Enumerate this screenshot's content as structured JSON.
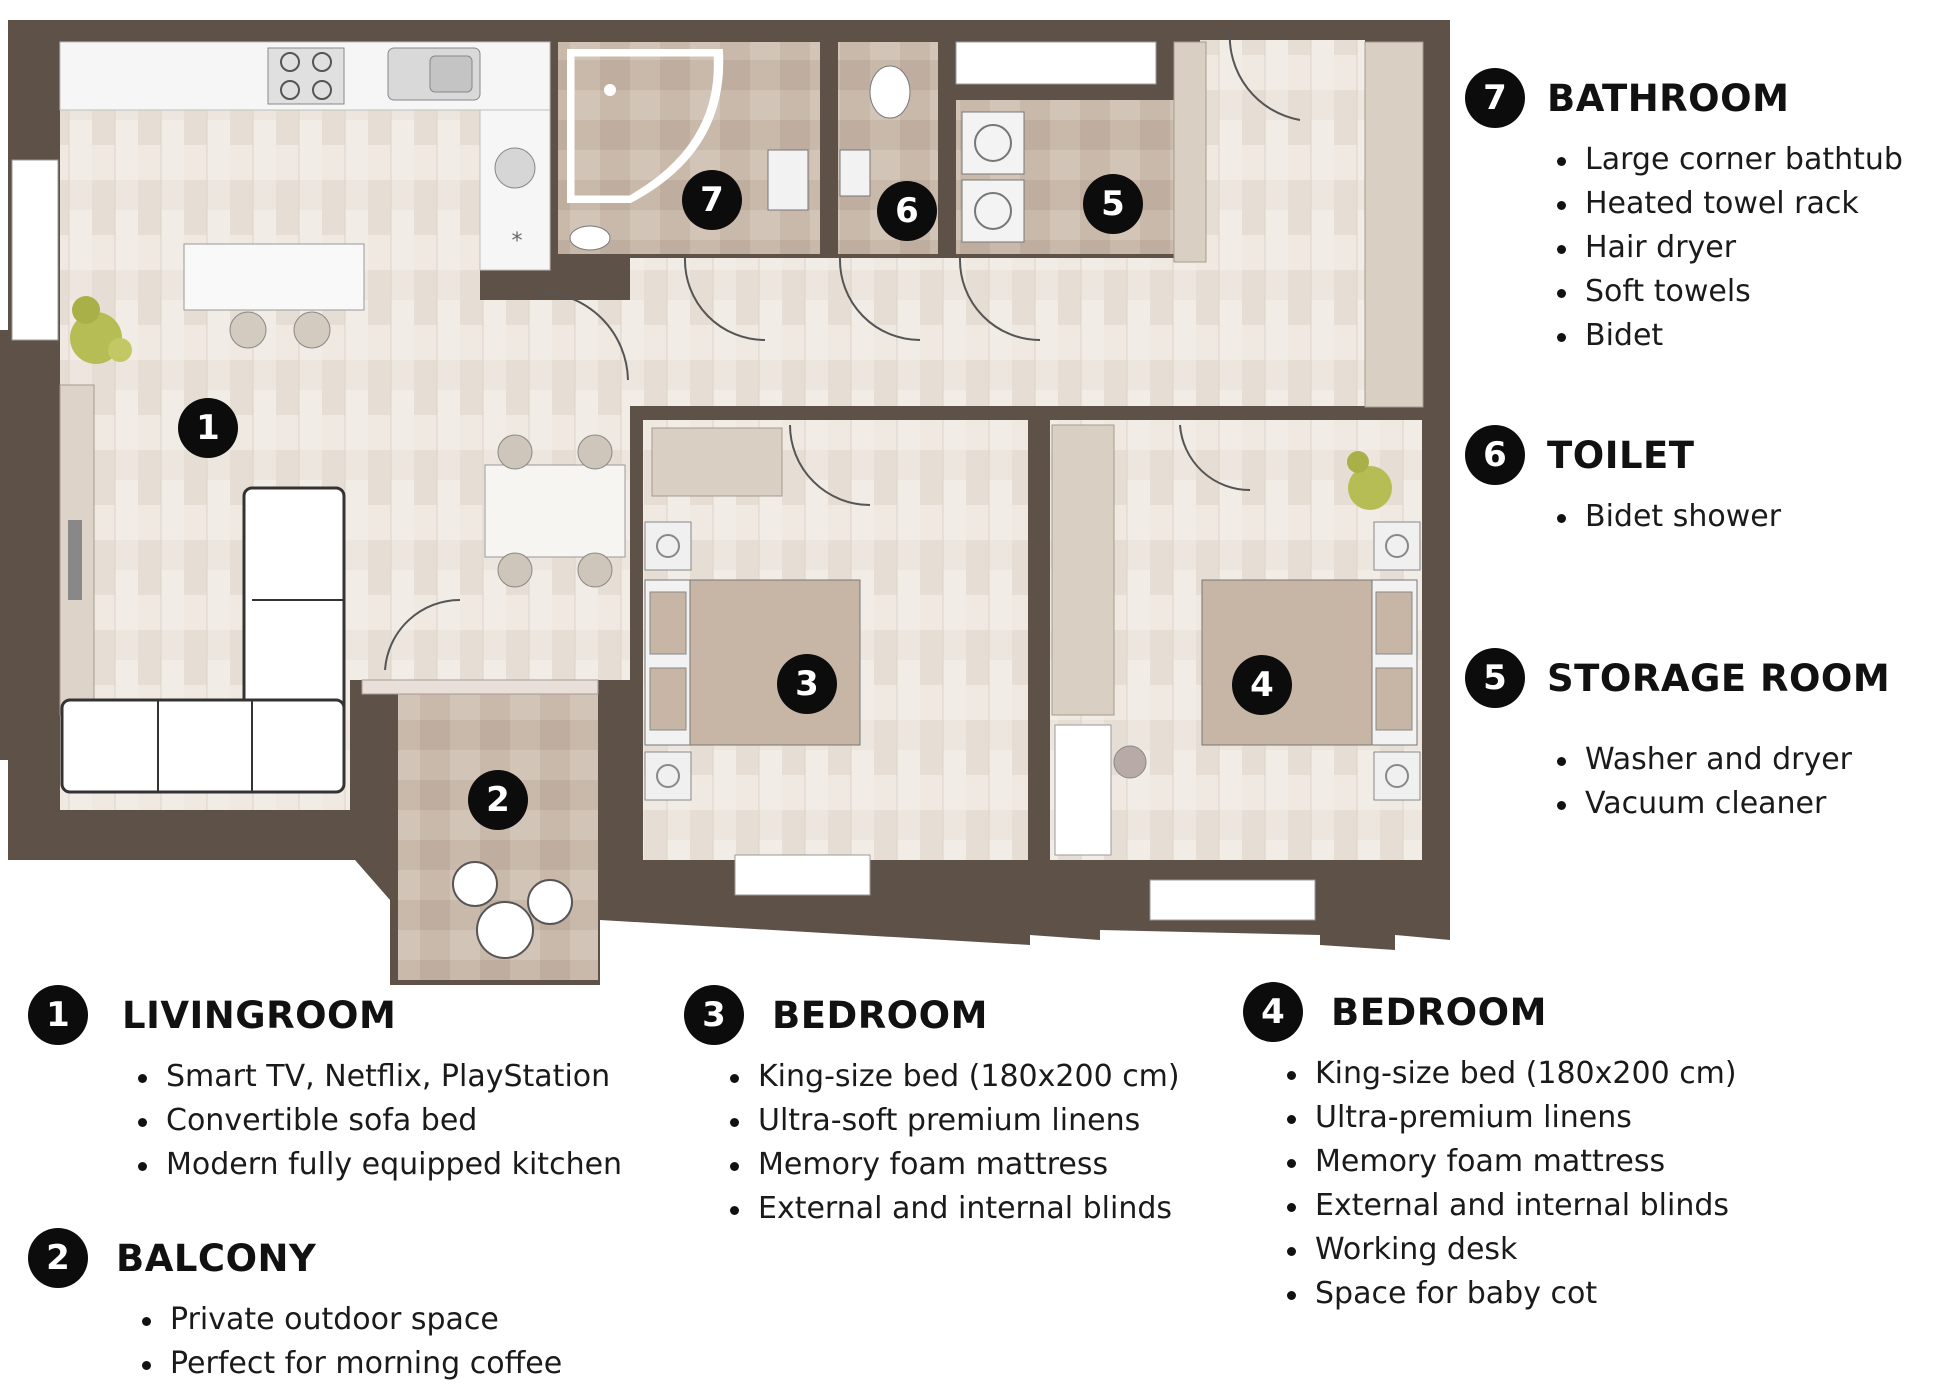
{
  "plan_markers": [
    {
      "id": "m1",
      "label": "1"
    },
    {
      "id": "m2",
      "label": "2"
    },
    {
      "id": "m3",
      "label": "3"
    },
    {
      "id": "m4",
      "label": "4"
    },
    {
      "id": "m5",
      "label": "5"
    },
    {
      "id": "m6",
      "label": "6"
    },
    {
      "id": "m7",
      "label": "7"
    }
  ],
  "rooms": {
    "bathroom": {
      "number": "7",
      "title": "BATHROOM",
      "items": [
        "Large corner bathtub",
        "Heated towel rack",
        "Hair dryer",
        "Soft towels",
        "Bidet"
      ]
    },
    "toilet": {
      "number": "6",
      "title": "TOILET",
      "items": [
        "Bidet shower"
      ]
    },
    "storage": {
      "number": "5",
      "title": "STORAGE ROOM",
      "items": [
        "Washer and dryer",
        "Vacuum cleaner"
      ]
    },
    "livingroom": {
      "number": "1",
      "title": "LIVINGROOM",
      "items": [
        "Smart TV, Netflix, PlayStation",
        "Convertible sofa bed",
        "Modern fully equipped kitchen"
      ]
    },
    "balcony": {
      "number": "2",
      "title": "BALCONY",
      "items": [
        "Private outdoor space",
        "Perfect for morning coffee"
      ]
    },
    "bedroom3": {
      "number": "3",
      "title": "BEDROOM",
      "items": [
        "King-size bed (180x200 cm)",
        "Ultra-soft premium linens",
        "Memory foam mattress",
        "External and internal blinds"
      ]
    },
    "bedroom4": {
      "number": "4",
      "title": "BEDROOM",
      "items": [
        "King-size bed (180x200 cm)",
        "Ultra-premium linens",
        "Memory foam mattress",
        "External and internal blinds",
        "Working desk",
        "Space for baby cot"
      ]
    }
  },
  "colors": {
    "wall": "#5e5148",
    "floor_wood": "#ebe4dc",
    "floor_tile": "#c6b6a8",
    "badge": "#0c0c0c"
  }
}
